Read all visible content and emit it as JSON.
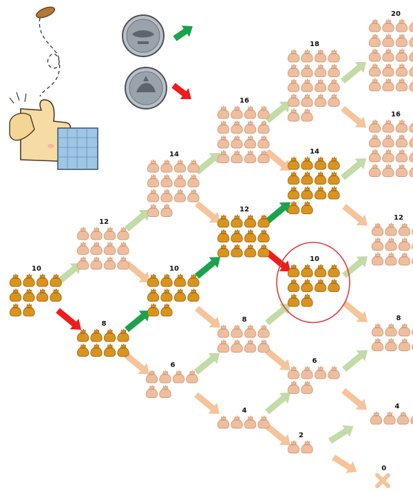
{
  "colors": {
    "bag_active": "#d9941f",
    "bag_active_dark": "#a86a12",
    "bag_faded": "#eebf9f",
    "bag_faded_dark": "#d49a78",
    "arrow_win": "#1aa34a",
    "arrow_lose": "#ee1c1c",
    "arrow_win_faded": "#c2dba7",
    "arrow_lose_faded": "#f6c49a",
    "highlight_circle": "#e23b3b",
    "cross": "#f6c49a"
  },
  "legend": {
    "heads_coin": "coin-heads",
    "tails_coin": "coin-tails",
    "heads_arrow": "arrow-win",
    "tails_arrow": "arrow-lose"
  },
  "nodes": [
    {
      "id": "n0",
      "label": "10",
      "count": 10,
      "active": true
    },
    {
      "id": "n1a",
      "label": "12",
      "count": 12,
      "active": false
    },
    {
      "id": "n1b",
      "label": "8",
      "count": 8,
      "active": true
    },
    {
      "id": "n2a",
      "label": "14",
      "count": 14,
      "active": false
    },
    {
      "id": "n2b",
      "label": "10",
      "count": 10,
      "active": true
    },
    {
      "id": "n2c",
      "label": "6",
      "count": 6,
      "active": false
    },
    {
      "id": "n3a",
      "label": "16",
      "count": 16,
      "active": false
    },
    {
      "id": "n3b",
      "label": "12",
      "count": 12,
      "active": true
    },
    {
      "id": "n3c",
      "label": "8",
      "count": 8,
      "active": false
    },
    {
      "id": "n3d",
      "label": "4",
      "count": 4,
      "active": false
    },
    {
      "id": "n4a",
      "label": "18",
      "count": 18,
      "active": false
    },
    {
      "id": "n4b",
      "label": "14",
      "count": 14,
      "active": true
    },
    {
      "id": "n4c",
      "label": "10",
      "count": 10,
      "active": true,
      "highlight": true
    },
    {
      "id": "n4d",
      "label": "6",
      "count": 6,
      "active": false
    },
    {
      "id": "n4e",
      "label": "2",
      "count": 2,
      "active": false
    },
    {
      "id": "n5a",
      "label": "20",
      "count": 20,
      "active": false
    },
    {
      "id": "n5b",
      "label": "16",
      "count": 16,
      "active": false
    },
    {
      "id": "n5c",
      "label": "12",
      "count": 12,
      "active": false
    },
    {
      "id": "n5d",
      "label": "8",
      "count": 8,
      "active": false
    },
    {
      "id": "n5e",
      "label": "4",
      "count": 4,
      "active": false
    },
    {
      "id": "n5f",
      "label": "0",
      "count": 0,
      "active": false,
      "cross": true
    }
  ],
  "edges": [
    {
      "from": "n0",
      "to": "n1a",
      "kind": "win",
      "active": false
    },
    {
      "from": "n0",
      "to": "n1b",
      "kind": "lose",
      "active": true
    },
    {
      "from": "n1a",
      "to": "n2a",
      "kind": "win",
      "active": false
    },
    {
      "from": "n1a",
      "to": "n2b",
      "kind": "lose",
      "active": false
    },
    {
      "from": "n1b",
      "to": "n2b",
      "kind": "win",
      "active": true
    },
    {
      "from": "n1b",
      "to": "n2c",
      "kind": "lose",
      "active": false
    },
    {
      "from": "n2a",
      "to": "n3a",
      "kind": "win",
      "active": false
    },
    {
      "from": "n2a",
      "to": "n3b",
      "kind": "lose",
      "active": false
    },
    {
      "from": "n2b",
      "to": "n3b",
      "kind": "win",
      "active": true
    },
    {
      "from": "n2b",
      "to": "n3c",
      "kind": "lose",
      "active": false
    },
    {
      "from": "n2c",
      "to": "n3c",
      "kind": "win",
      "active": false
    },
    {
      "from": "n2c",
      "to": "n3d",
      "kind": "lose",
      "active": false
    },
    {
      "from": "n3a",
      "to": "n4a",
      "kind": "win",
      "active": false
    },
    {
      "from": "n3a",
      "to": "n4b",
      "kind": "lose",
      "active": false
    },
    {
      "from": "n3b",
      "to": "n4b",
      "kind": "win",
      "active": true
    },
    {
      "from": "n3b",
      "to": "n4c",
      "kind": "lose",
      "active": true
    },
    {
      "from": "n3c",
      "to": "n4c",
      "kind": "win",
      "active": false
    },
    {
      "from": "n3c",
      "to": "n4d",
      "kind": "lose",
      "active": false
    },
    {
      "from": "n3d",
      "to": "n4d",
      "kind": "win",
      "active": false
    },
    {
      "from": "n3d",
      "to": "n4e",
      "kind": "lose",
      "active": false
    },
    {
      "from": "n4a",
      "to": "n5a",
      "kind": "win",
      "active": false
    },
    {
      "from": "n4a",
      "to": "n5b",
      "kind": "lose",
      "active": false
    },
    {
      "from": "n4b",
      "to": "n5b",
      "kind": "win",
      "active": false
    },
    {
      "from": "n4b",
      "to": "n5c",
      "kind": "lose",
      "active": false
    },
    {
      "from": "n4c",
      "to": "n5c",
      "kind": "win",
      "active": false
    },
    {
      "from": "n4c",
      "to": "n5d",
      "kind": "lose",
      "active": false
    },
    {
      "from": "n4d",
      "to": "n5d",
      "kind": "win",
      "active": false
    },
    {
      "from": "n4d",
      "to": "n5e",
      "kind": "lose",
      "active": false
    },
    {
      "from": "n4e",
      "to": "n5e",
      "kind": "win",
      "active": false
    },
    {
      "from": "n4e",
      "to": "n5f",
      "kind": "lose",
      "active": false
    }
  ]
}
